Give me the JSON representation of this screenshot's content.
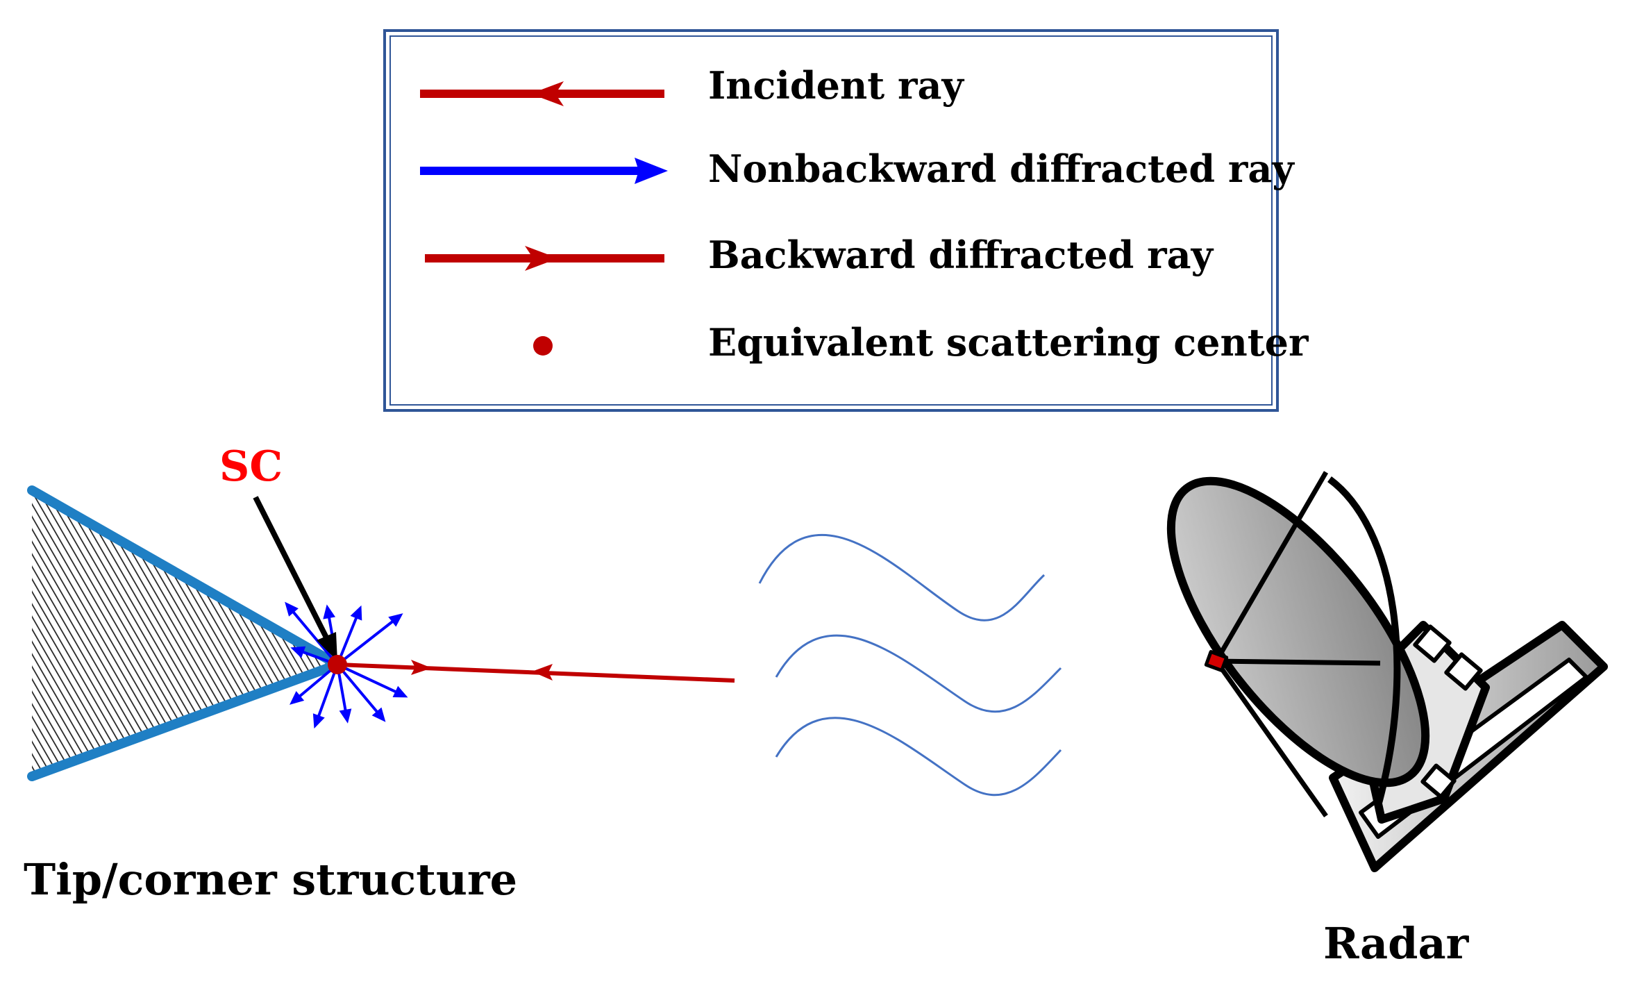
{
  "legend": {
    "items": [
      {
        "key": "incident",
        "label": "Incident ray"
      },
      {
        "key": "nonbackward",
        "label": "Nonbackward diffracted ray"
      },
      {
        "key": "backward",
        "label": "Backward diffracted ray"
      },
      {
        "key": "center",
        "label": "Equivalent scattering center"
      }
    ]
  },
  "labels": {
    "sc": "SC",
    "structure": "Tip/corner structure",
    "radar": "Radar"
  },
  "colors": {
    "incident_ray": "#c00000",
    "backward_ray": "#c00000",
    "nonbackward_ray": "#0000ff",
    "scattering_center": "#c00000",
    "sc_label": "#ff0000",
    "structure_edge": "#1f7fc4",
    "wave": "#4472c4",
    "legend_border": "#2f5597"
  },
  "icons": {
    "radar": "radar-dish-icon"
  }
}
